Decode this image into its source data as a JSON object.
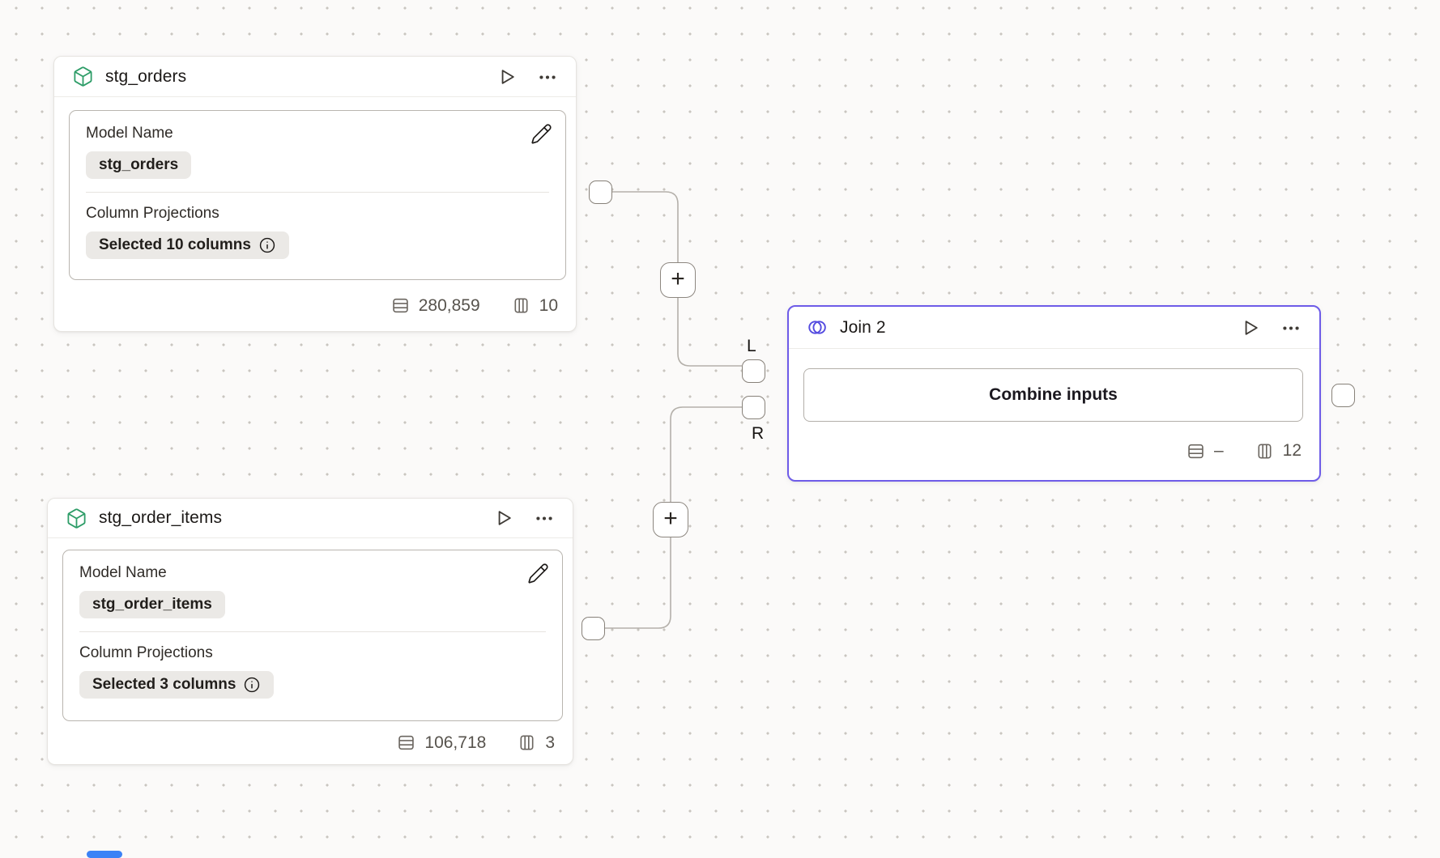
{
  "canvas": {
    "background": "#fbfaf9",
    "dot_color": "#c9c5c0"
  },
  "colors": {
    "model_icon_green": "#2e9d68",
    "join_accent": "#6e5ce8",
    "scrollbar_blue": "#3b82f6",
    "pill_background": "#ebe9e6",
    "edge_gray": "#b4b0aa"
  },
  "nodes": {
    "stg_orders": {
      "title": "stg_orders",
      "fields": {
        "model_name": {
          "label": "Model Name",
          "value": "stg_orders"
        },
        "column_projections": {
          "label": "Column Projections",
          "value": "Selected 10 columns"
        }
      },
      "stats": {
        "rows": "280,859",
        "columns": "10"
      }
    },
    "stg_order_items": {
      "title": "stg_order_items",
      "fields": {
        "model_name": {
          "label": "Model Name",
          "value": "stg_order_items"
        },
        "column_projections": {
          "label": "Column Projections",
          "value": "Selected 3 columns"
        }
      },
      "stats": {
        "rows": "106,718",
        "columns": "3"
      }
    },
    "join": {
      "title": "Join 2",
      "combine_button_label": "Combine inputs",
      "stats": {
        "rows": "–",
        "columns": "12"
      },
      "ports": {
        "left_label": "L",
        "right_label": "R"
      }
    }
  }
}
